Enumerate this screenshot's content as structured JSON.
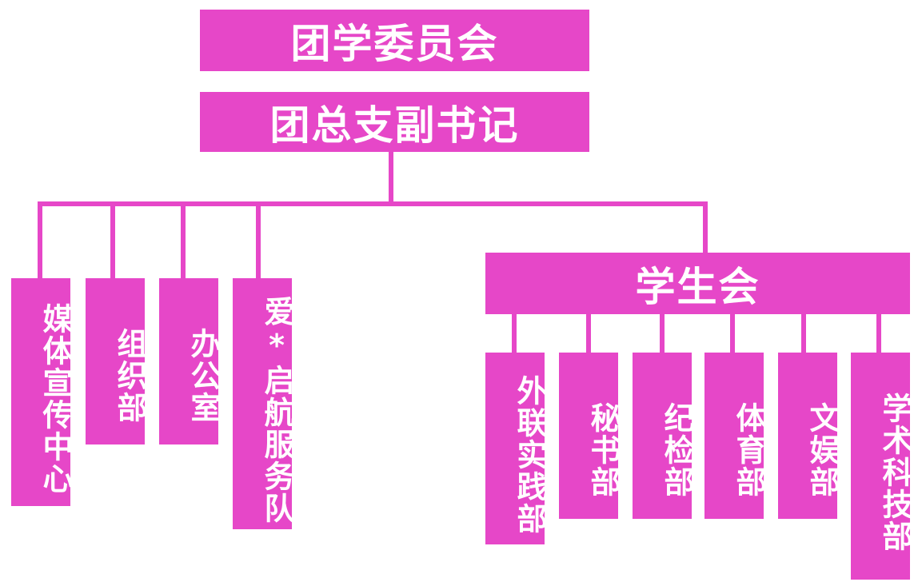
{
  "diagram": {
    "color": "#e647c8",
    "text_color": "#ffffff",
    "top": "团学委员会",
    "secretary": "团总支副书记",
    "left_departments": [
      "媒体宣传中心",
      "组织部",
      "办公室",
      "爱*启航服务队"
    ],
    "student_union": {
      "label": "学生会",
      "departments": [
        "外联实践部",
        "秘书部",
        "纪检部",
        "体育部",
        "文娱部",
        "学术科技部"
      ]
    }
  }
}
